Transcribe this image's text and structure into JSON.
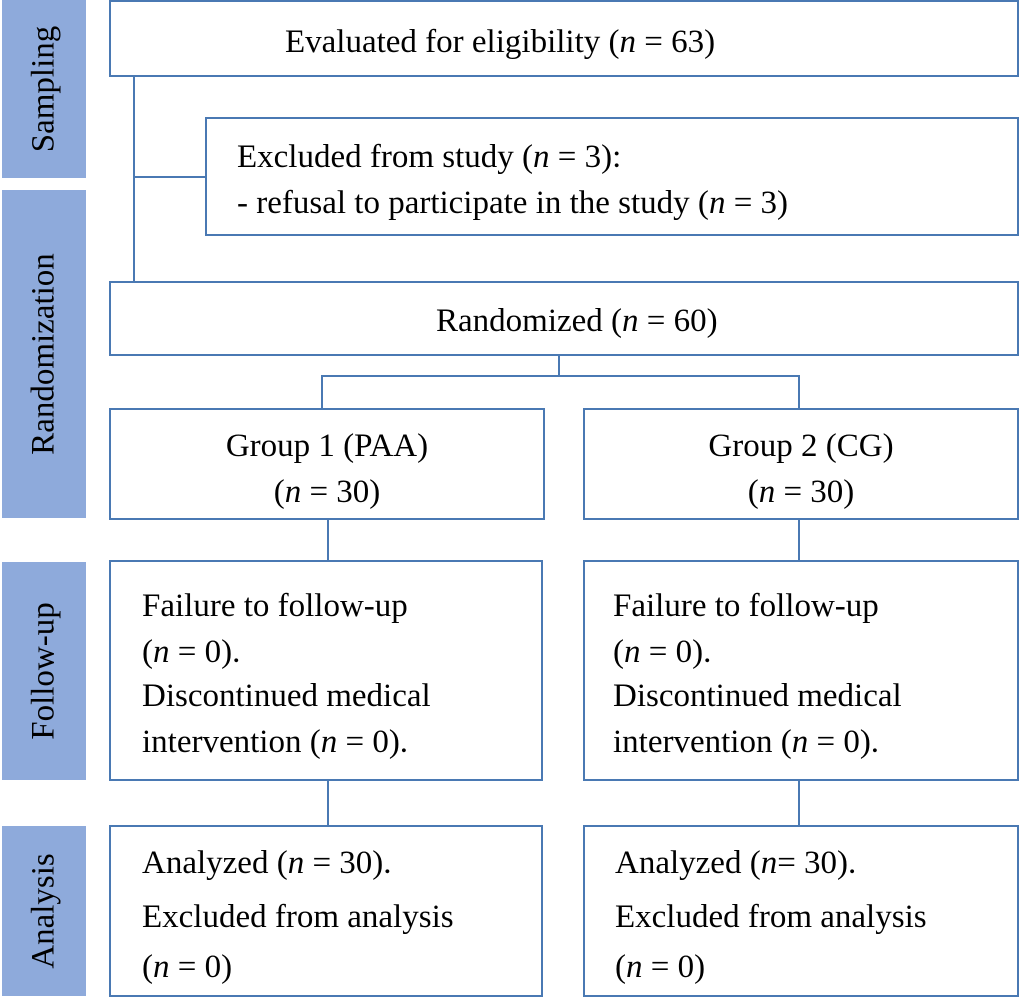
{
  "phases": {
    "sampling": "Sampling",
    "randomization": "Randomization",
    "follow_up": "Follow-up",
    "analysis": "Analysis"
  },
  "eligibility": {
    "text": "Evaluated for eligibility (",
    "n": "n",
    "rest": " = 63)"
  },
  "excluded": {
    "line1_a": "Excluded from study (",
    "line1_n": "n",
    "line1_b": " = 3):",
    "line2_a": "- refusal to participate in the study  (",
    "line2_n": "n",
    "line2_b": " = 3)"
  },
  "randomized": {
    "a": "Randomized  (",
    "n": "n",
    "b": " = 60)"
  },
  "group1": {
    "title": "Group 1 (PAA)",
    "a": "(",
    "n": "n",
    "b": " = 30)"
  },
  "group2": {
    "title": "Group 2 (CG)",
    "a": "(",
    "n": "n",
    "b": " = 30)"
  },
  "followup1": {
    "l1": "Failure to follow-up",
    "l2_a": "(",
    "l2_n": "n",
    "l2_b": " = 0).",
    "l3": "Discontinued medical",
    "l4_a": "intervention (",
    "l4_n": "n",
    "l4_b": " = 0)."
  },
  "followup2": {
    "l1": "Failure to follow-up",
    "l2_a": "(",
    "l2_n": "n",
    "l2_b": " = 0).",
    "l3": "Discontinued medical",
    "l4_a": "intervention (",
    "l4_n": "n",
    "l4_b": " = 0)."
  },
  "analysis1": {
    "l1_a": "Analyzed (",
    "l1_n": "n",
    "l1_b": " = 30).",
    "l2": "Excluded from analysis",
    "l3_a": "(",
    "l3_n": "n",
    "l3_b": " = 0)"
  },
  "analysis2": {
    "l1_a": "Analyzed (",
    "l1_n": "n",
    "l1_b": "= 30).",
    "l2": "Excluded from analysis",
    "l3_a": "(",
    "l3_n": "n",
    "l3_b": " = 0)"
  },
  "colors": {
    "phase_fill": "#8eaadb",
    "box_border": "#4a79b3"
  }
}
